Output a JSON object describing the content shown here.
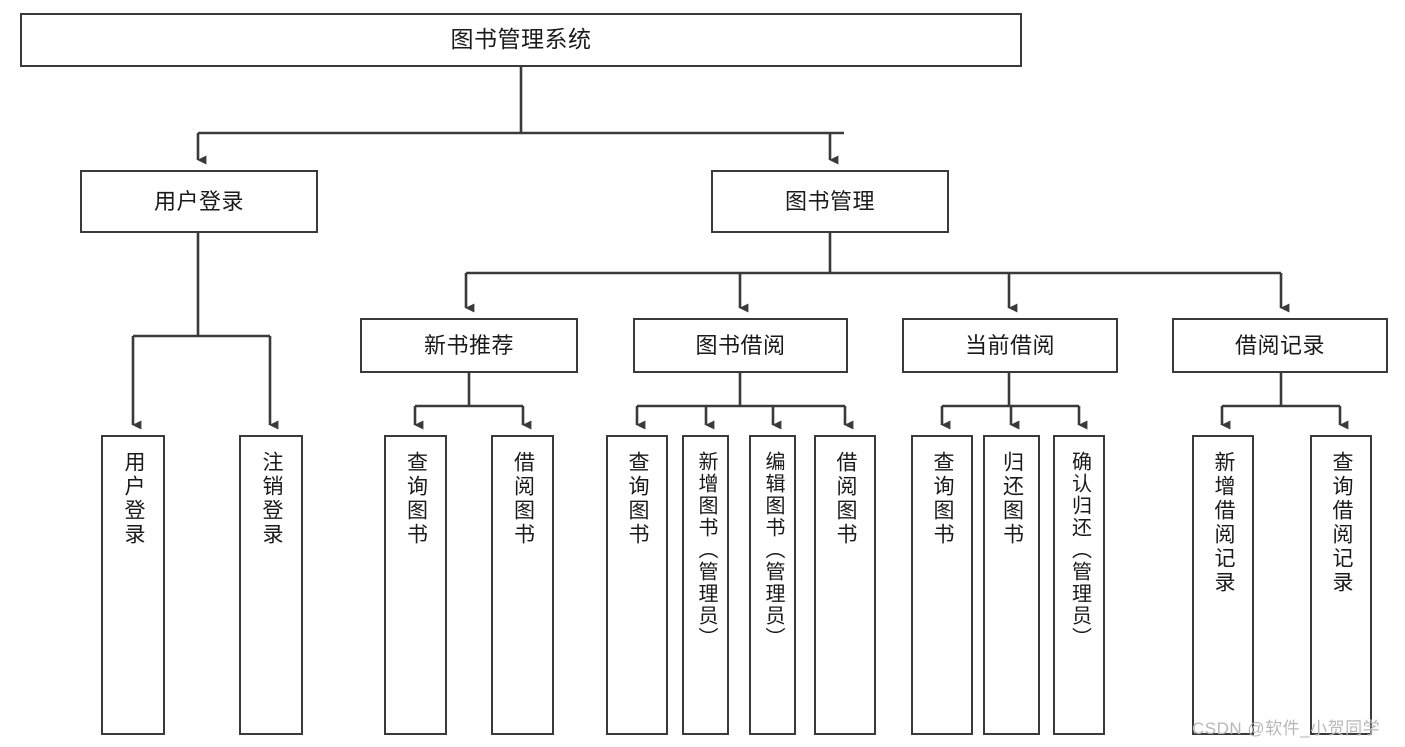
{
  "diagram": {
    "title": "图书管理系统",
    "type": "tree",
    "watermark": "CSDN @软件_小贺同学",
    "line_color": "#3a3a3a",
    "text_color": "#1a1a1a",
    "background": "#ffffff",
    "levels": {
      "root": {
        "label": "图书管理系统"
      },
      "level2": [
        {
          "label": "用户登录"
        },
        {
          "label": "图书管理"
        }
      ],
      "level3": [
        {
          "label": "新书推荐"
        },
        {
          "label": "图书借阅"
        },
        {
          "label": "当前借阅"
        },
        {
          "label": "借阅记录"
        }
      ],
      "leaves": {
        "user_login": [
          {
            "label": "用户登录"
          },
          {
            "label": "注销登录"
          }
        ],
        "new_book_recommend": [
          {
            "label": "查询图书"
          },
          {
            "label": "借阅图书"
          }
        ],
        "book_borrow": [
          {
            "label": "查询图书"
          },
          {
            "label": "新增图书（管理员）"
          },
          {
            "label": "编辑图书（管理员）"
          },
          {
            "label": "借阅图书"
          }
        ],
        "current_borrow": [
          {
            "label": "查询图书"
          },
          {
            "label": "归还图书"
          },
          {
            "label": "确认归还（管理员）"
          }
        ],
        "borrow_record": [
          {
            "label": "新增借阅记录"
          },
          {
            "label": "查询借阅记录"
          }
        ]
      }
    }
  }
}
